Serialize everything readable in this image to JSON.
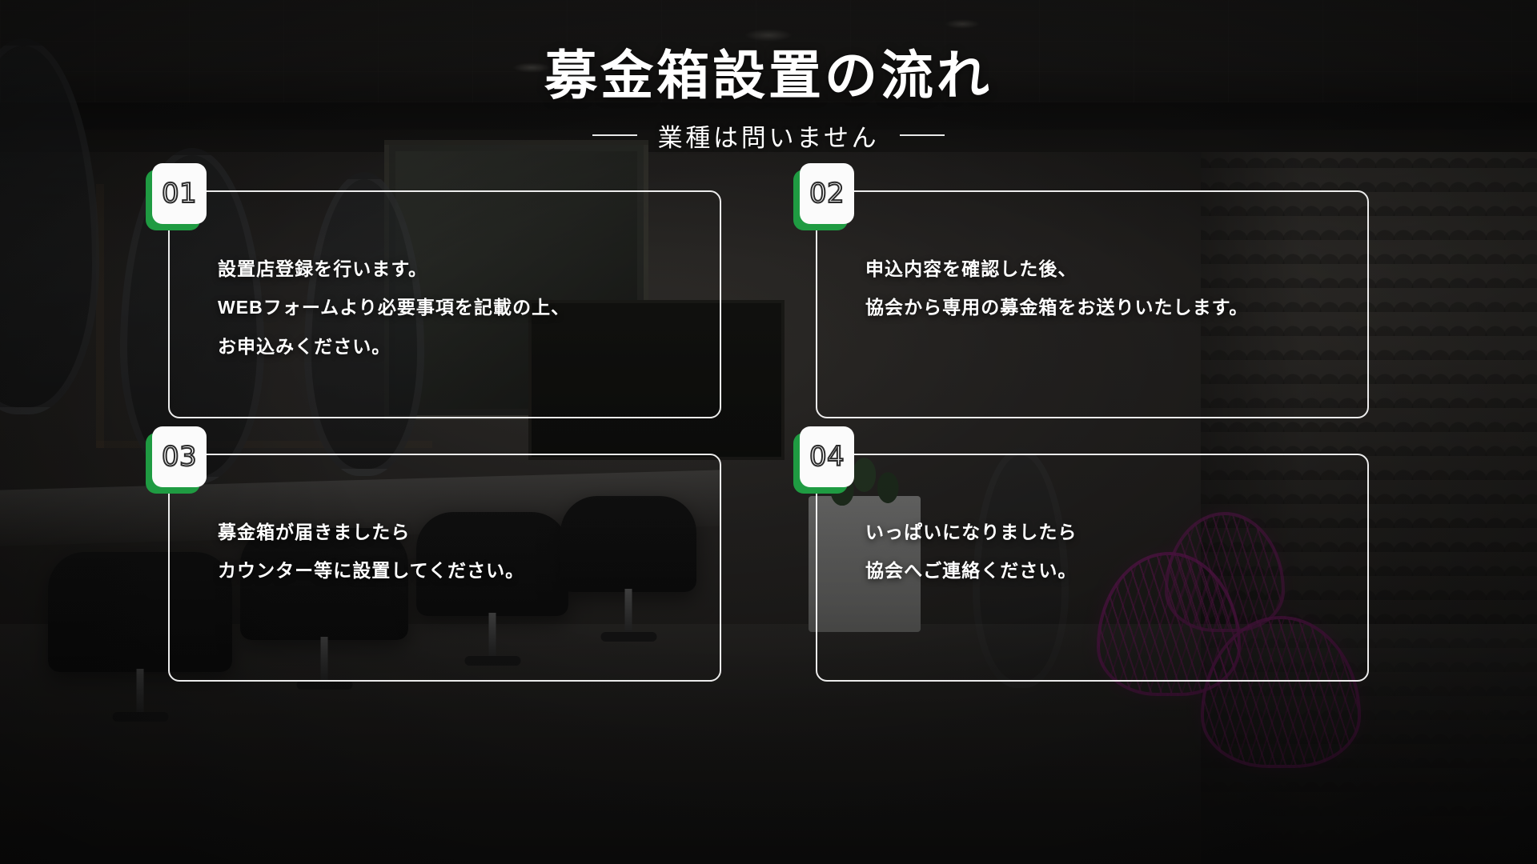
{
  "header": {
    "title": "募金箱設置の流れ",
    "subtitle": "業種は問いません",
    "rule_left": "—",
    "rule_right": "—"
  },
  "steps": [
    {
      "number": "01",
      "lines": [
        "設置店登録を行います。",
        "WEBフォームより必要事項を記載の上、",
        "お申込みください。"
      ]
    },
    {
      "number": "02",
      "lines": [
        "申込内容を確認した後、",
        "協会から専用の募金箱をお送りいたします。"
      ]
    },
    {
      "number": "03",
      "lines": [
        "募金箱が届きましたら",
        "カウンター等に設置してください。"
      ]
    },
    {
      "number": "04",
      "lines": [
        "いっぱいになりましたら",
        "協会へご連絡ください。"
      ]
    }
  ],
  "colors": {
    "badge_accent": "#1f9b42",
    "badge_face": "#fbfbfb",
    "badge_number_stroke": "#2b2b2b",
    "text": "#ffffff",
    "card_border": "rgba(255,255,255,0.92)",
    "background_overlay": "rgba(12,12,12,0.68)"
  },
  "background": {
    "scene": "office-interior-photo"
  }
}
